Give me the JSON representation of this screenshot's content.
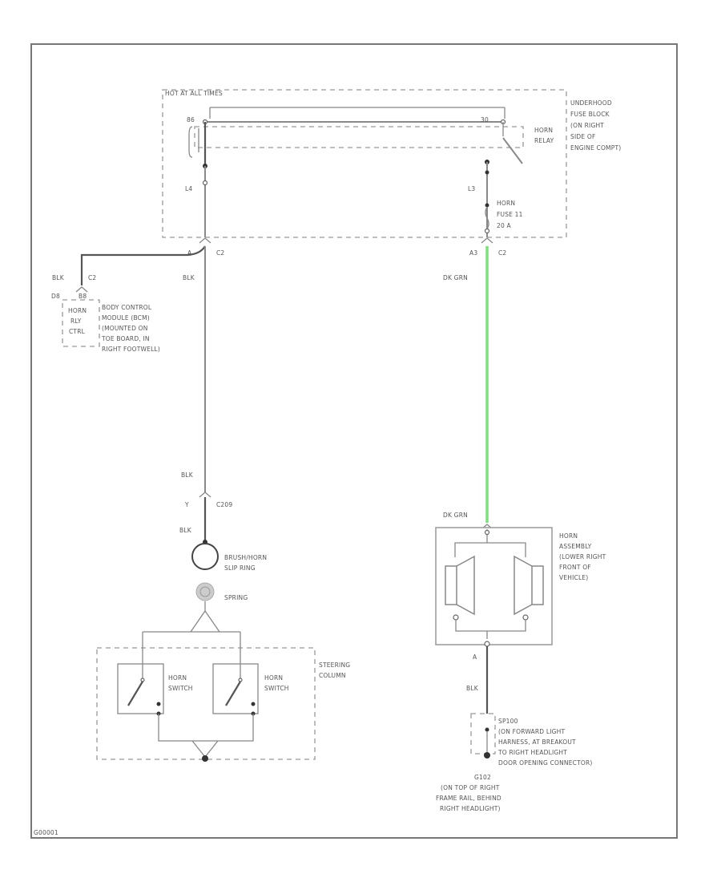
{
  "fuse_block": {
    "header": "HOT AT ALL TIMES",
    "description": [
      "UNDERHOOD",
      "FUSE BLOCK",
      "(ON RIGHT",
      "SIDE OF",
      "ENGINE COMPT)"
    ],
    "relay_pin_left": "86",
    "relay_pin_right": "30",
    "relay_label": [
      "HORN",
      "RELAY"
    ],
    "pin_l4": "L4",
    "pin_l3": "L3",
    "fuse_label": [
      "HORN",
      "FUSE 11",
      "20 A"
    ],
    "conn_left_pin": "A",
    "conn_left": "C2",
    "conn_right_pin": "A3",
    "conn_right": "C2"
  },
  "bcm": {
    "wire_color": "BLK",
    "pin_top": "C2",
    "pin_top_num": "D8",
    "pin_bottom_num": "B8",
    "ctrl_label": [
      "HORN",
      "RLY",
      "CTRL"
    ],
    "description": [
      "BODY CONTROL",
      "MODULE (BCM)",
      "(MOUNTED ON",
      "TOE BOARD, IN",
      "RIGHT FOOTWELL)"
    ]
  },
  "left_circuit": {
    "wire_top": "BLK",
    "wire_mid": "BLK",
    "c209_pin": "Y",
    "c209": "C209",
    "wire_lower": "BLK",
    "slip_ring": [
      "BRUSH/HORN",
      "SLIP RING"
    ],
    "spring": "SPRING",
    "steering_column": [
      "STEERING",
      "COLUMN"
    ],
    "horn_switch_1": [
      "HORN",
      "SWITCH"
    ],
    "horn_switch_2": [
      "HORN",
      "SWITCH"
    ]
  },
  "right_circuit": {
    "wire_color": "DK GRN",
    "wire_color_bottom": "DK GRN",
    "horn_assembly": [
      "HORN",
      "ASSEMBLY",
      "(LOWER RIGHT",
      "FRONT OF",
      "VEHICLE)"
    ],
    "pin_a": "A",
    "ground_wire": "BLK",
    "splice": [
      "SP100",
      "(ON FORWARD LIGHT",
      "HARNESS, AT BREAKOUT",
      "TO RIGHT HEADLIGHT",
      "DOOR OPENING CONNECTOR)"
    ],
    "ground_label": [
      "G102",
      "(ON TOP OF RIGHT",
      "FRAME RAIL, BEHIND",
      "RIGHT HEADLIGHT)"
    ]
  },
  "footer_code": "G00001",
  "colors": {
    "dk_grn_wire": "#7fe07f",
    "wire": "#8a8a8a",
    "frame": "#777777"
  }
}
